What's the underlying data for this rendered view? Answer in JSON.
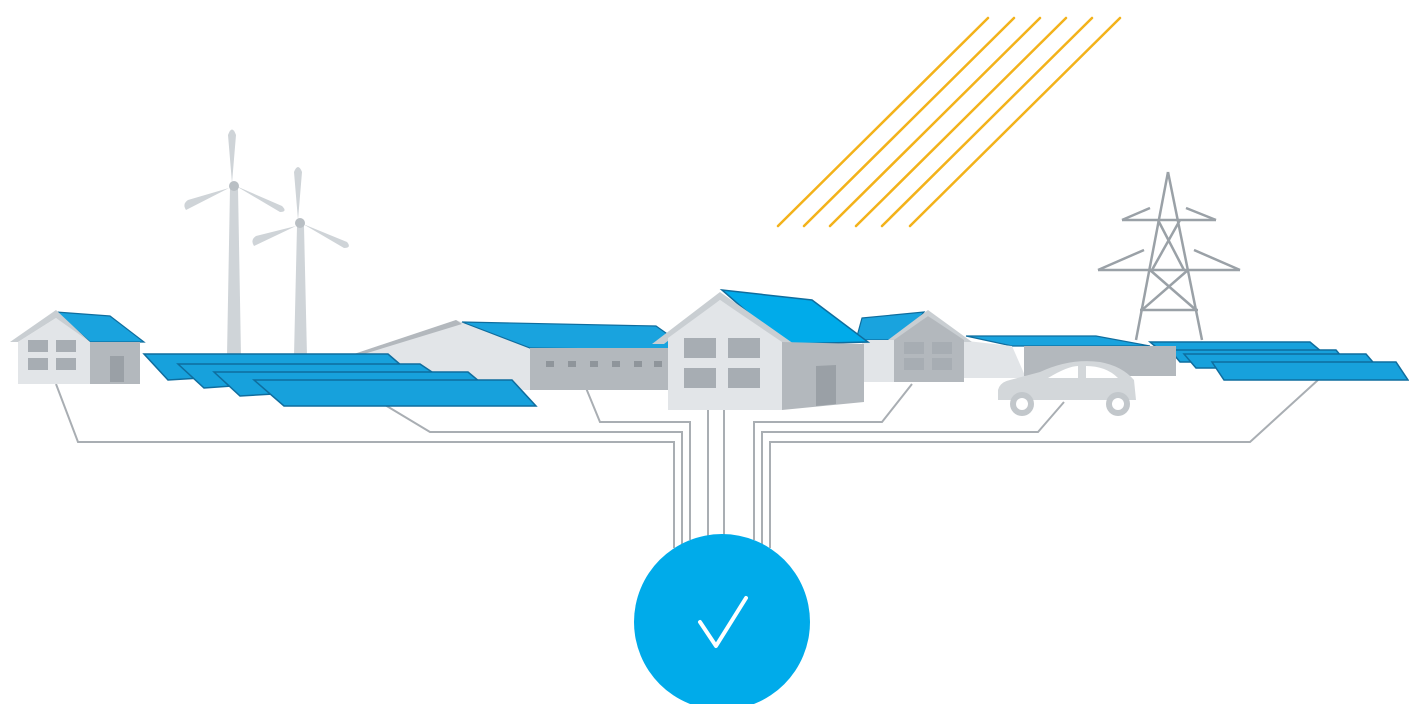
{
  "colors": {
    "background": "#ffffff",
    "solar_panel": "#17a1dc",
    "solar_panel_edge": "#0f6d9e",
    "roof_solar": "#19a3de",
    "building_front": "#e2e5e8",
    "building_side": "#b3b8bd",
    "building_roof": "#c9ced2",
    "window": "#a7adb3",
    "wind_turbine": "#cfd4d8",
    "pylon": "#9aa1a7",
    "connection_line": "#a9aeb3",
    "sun_rays": "#f3b21a",
    "car": "#d3d7da",
    "hub": "#00abea",
    "checkmark": "#ffffff"
  },
  "elements": {
    "houses": [
      "small-house-left",
      "long-barn",
      "central-house",
      "small-house-right",
      "warehouse-right"
    ],
    "wind_turbines": 2,
    "sun_rays": 6,
    "connection_lines": 8
  },
  "hub": {
    "icon": "checkmark-icon"
  }
}
